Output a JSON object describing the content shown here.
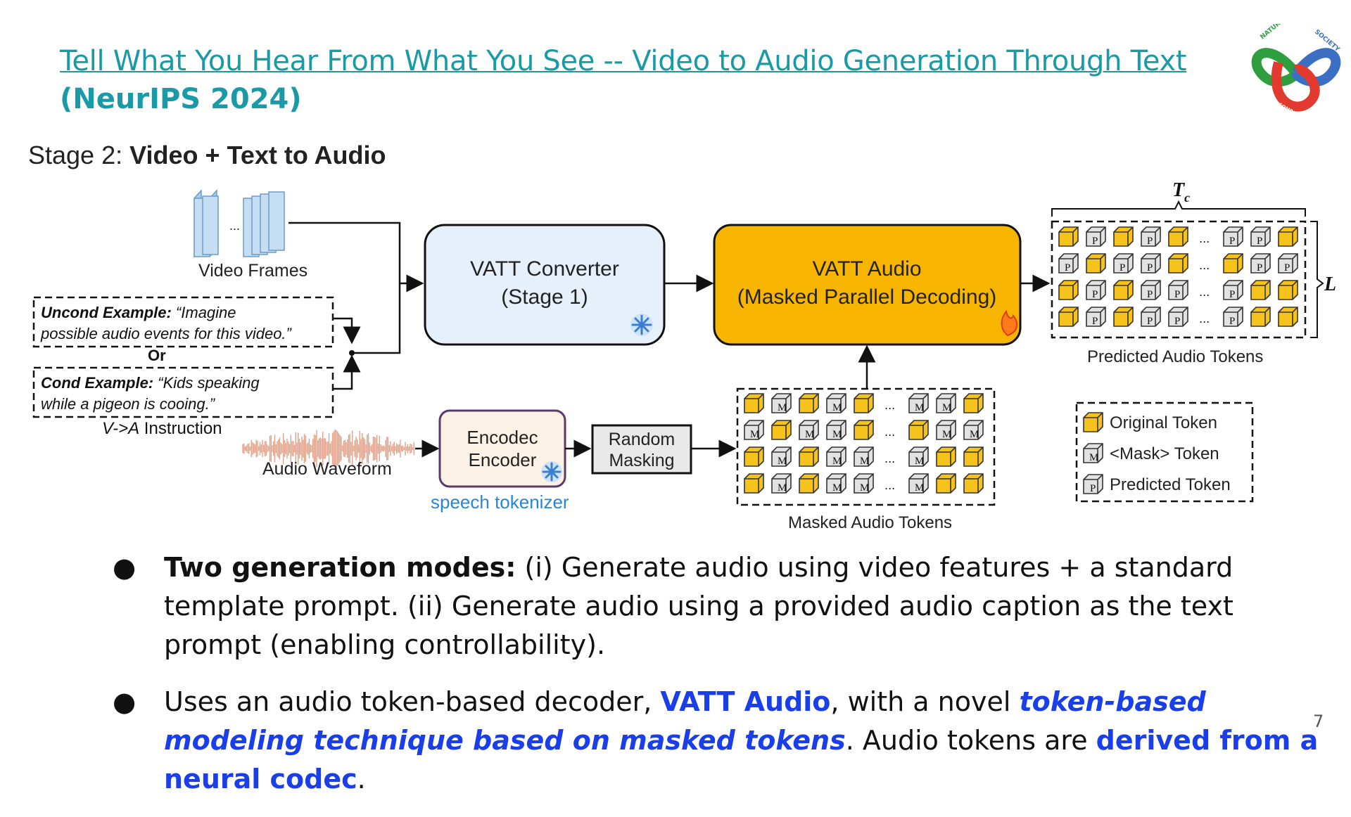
{
  "slide": {
    "title_link": "Tell What You Hear From What You See -- Video to Audio Generation Through Text",
    "title_sub": "(NeurIPS 2024)",
    "page_number": "7",
    "accent_color": "#1a9aa6"
  },
  "logo": {
    "text_top": "NATURE",
    "text_right": "SOCIETY",
    "text_bottom": "COMPUTATION",
    "colors": [
      "#2e9e3e",
      "#3a6fc4",
      "#e23a2e"
    ]
  },
  "figure": {
    "stage_prefix": "Stage 2: ",
    "stage_title": "Video + Text to Audio",
    "video_frames_label": "Video Frames",
    "frames_ellipsis": "...",
    "uncond_label": "Uncond Example:",
    "uncond_text_1": " “Imagine",
    "uncond_text_2": "possible audio events for this video.”",
    "or_label": "Or",
    "cond_label": "Cond Example:",
    "cond_text_1": " “Kids speaking",
    "cond_text_2": "while a pigeon is cooing.”",
    "instruction_label_a": "V->A",
    "instruction_label_b": " Instruction",
    "converter_line1": "VATT Converter",
    "converter_line2": "(Stage 1)",
    "audio_line1": "VATT Audio",
    "audio_line2": "(Masked Parallel Decoding)",
    "waveform_label": "Audio Waveform",
    "encoder_line1": "Encodec",
    "encoder_line2": "Encoder",
    "tokenizer_label": "speech tokenizer",
    "masking_line1": "Random",
    "masking_line2": "Masking",
    "masked_tokens_label": "Masked  Audio Tokens",
    "predicted_tokens_label": "Predicted Audio Tokens",
    "tc_label": "T",
    "tc_sub": "c",
    "l_label": "L",
    "token_ellipsis": "...",
    "legend": {
      "original": "Original Token",
      "mask": "<Mask> Token",
      "predicted": "Predicted Token"
    },
    "token_letter_mask": "M",
    "token_letter_pred": "P",
    "masked_grid": [
      [
        "o",
        "m",
        "o",
        "m",
        "o",
        "m",
        "m",
        "o"
      ],
      [
        "m",
        "o",
        "m",
        "m",
        "o",
        "o",
        "m",
        "m"
      ],
      [
        "o",
        "m",
        "o",
        "m",
        "m",
        "m",
        "o",
        "o"
      ],
      [
        "o",
        "m",
        "o",
        "m",
        "m",
        "m",
        "o",
        "o"
      ]
    ],
    "predicted_grid": [
      [
        "o",
        "p",
        "o",
        "p",
        "o",
        "p",
        "p",
        "o"
      ],
      [
        "p",
        "o",
        "p",
        "p",
        "o",
        "o",
        "p",
        "p"
      ],
      [
        "o",
        "p",
        "o",
        "p",
        "p",
        "p",
        "o",
        "o"
      ],
      [
        "o",
        "p",
        "o",
        "p",
        "p",
        "p",
        "o",
        "o"
      ]
    ],
    "colors": {
      "converter_fill": "#e6f0fa",
      "audio_fill": "#f7b500",
      "encoder_fill": "#fbf1e4",
      "token_yellow": "#f6c21c",
      "token_grey": "#e2e2e2",
      "frame_blue": "#a9cbea",
      "waveform": "#e0a28a",
      "tokenizer_text": "#2a86d4"
    }
  },
  "bullets": {
    "b1_bold": "Two generation modes:",
    "b1_text": " (i) Generate audio using video features + a standard template prompt. (ii) Generate audio using a provided audio caption as the text prompt (enabling controllability).",
    "b2_t1": "Uses an audio token-based decoder, ",
    "b2_vatt": "VATT Audio",
    "b2_t2": ", with a novel ",
    "b2_tech": "token-based modeling technique based on masked tokens",
    "b2_t3": ". Audio tokens are ",
    "b2_codec": "derived from a neural codec",
    "b2_t4": ".",
    "bullet_char": "●"
  }
}
